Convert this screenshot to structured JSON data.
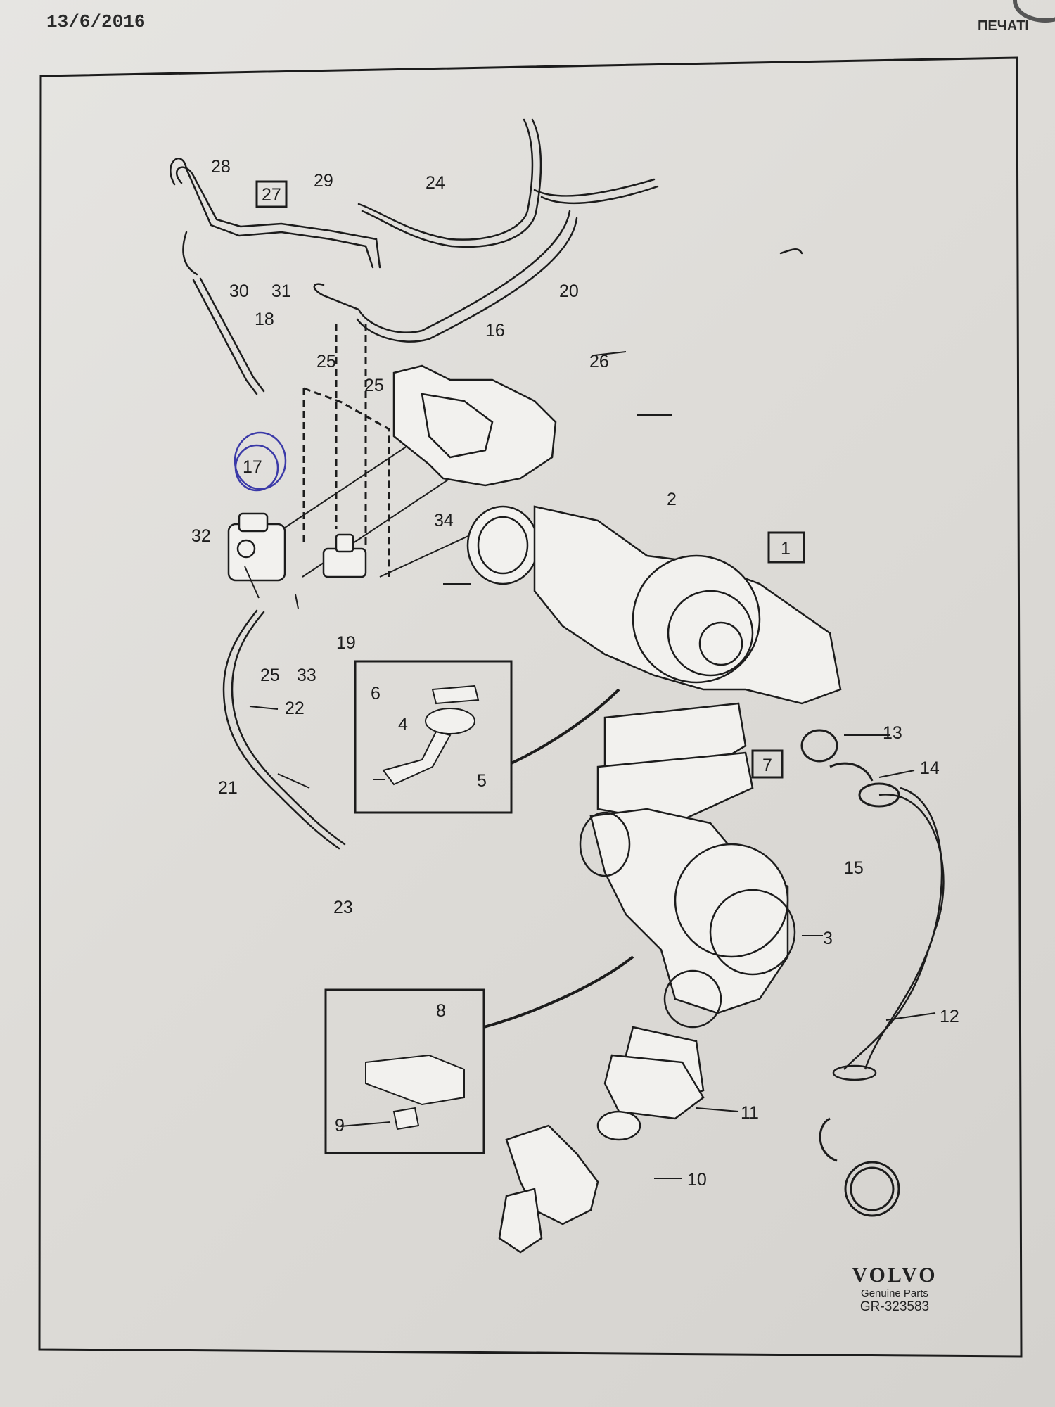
{
  "header": {
    "date": "13/6/2016",
    "print_label": "ПЕЧАТІ"
  },
  "diagram": {
    "callouts": [
      "28",
      "29",
      "24",
      "20",
      "30",
      "31",
      "18",
      "25",
      "25",
      "16",
      "26",
      "17",
      "32",
      "34",
      "2",
      "19",
      "33",
      "25",
      "22",
      "6",
      "4",
      "5",
      "21",
      "23",
      "13",
      "14",
      "15",
      "3",
      "12",
      "8",
      "9",
      "11",
      "10"
    ],
    "boxed_labels": [
      "27",
      "1",
      "7"
    ]
  },
  "brand": {
    "logo": "VOLVO",
    "subtitle": "Genuine Parts",
    "code": "GR-323583"
  },
  "colors": {
    "ink": "#1c1c1c",
    "paper": "#e3e2df",
    "pen_circle": "#3b3aa8"
  }
}
